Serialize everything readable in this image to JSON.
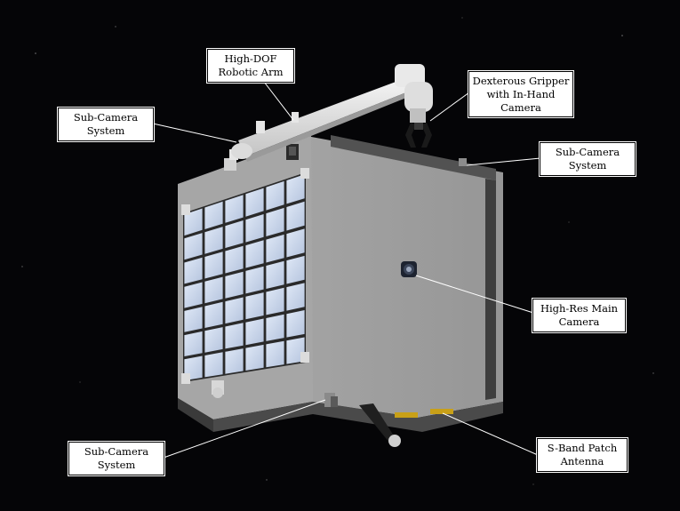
{
  "labels": {
    "robotic_arm": [
      "High-DOF",
      "Robotic Arm"
    ],
    "gripper": [
      "Dexterous Gripper",
      "with In-Hand",
      "Camera"
    ],
    "sub_camera_top_left": [
      "Sub-Camera",
      "System"
    ],
    "sub_camera_top_right": [
      "Sub-Camera",
      "System"
    ],
    "main_camera": [
      "High-Res Main",
      "Camera"
    ],
    "sub_camera_bottom_left": [
      "Sub-Camera",
      "System"
    ],
    "patch_antenna": [
      "S-Band Patch",
      "Antenna"
    ]
  },
  "colors": {
    "background": "#050507",
    "body_front": "#a9a9a9",
    "body_side": "#9e9e9e",
    "solar_cell": "#c9d6ec",
    "arm": "#e4e4e4",
    "antenna": "#c8a018"
  }
}
